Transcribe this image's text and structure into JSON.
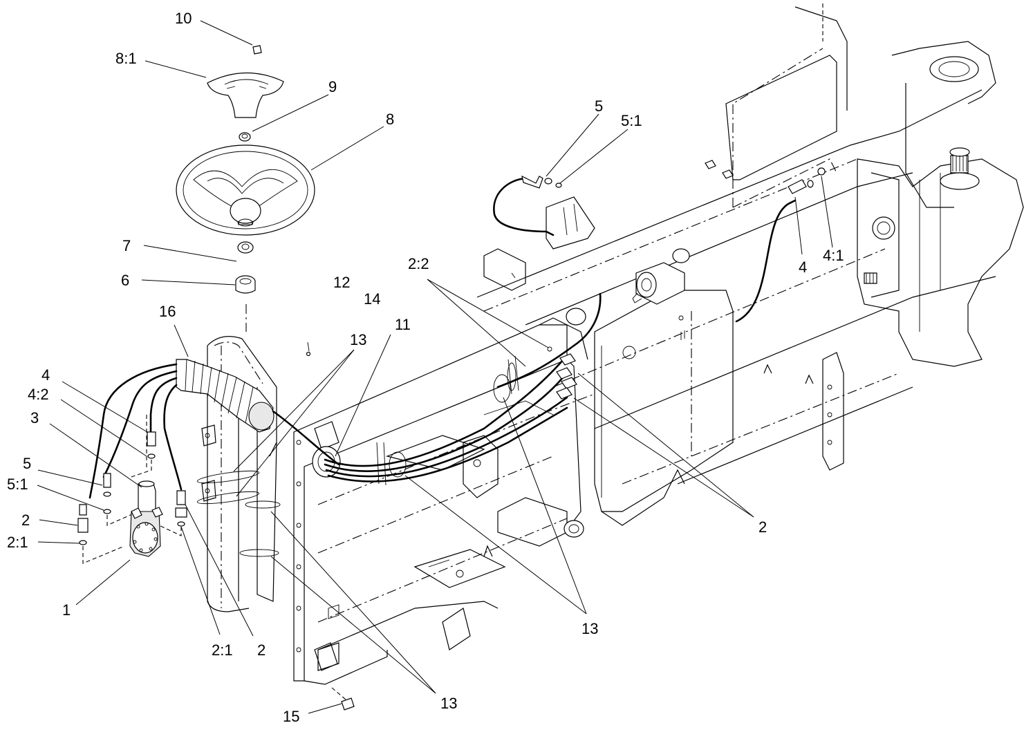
{
  "callouts": [
    {
      "id": "c10",
      "text": "10"
    },
    {
      "id": "c8-1",
      "text": "8:1"
    },
    {
      "id": "c9",
      "text": "9"
    },
    {
      "id": "c8",
      "text": "8"
    },
    {
      "id": "c7",
      "text": "7"
    },
    {
      "id": "c6",
      "text": "6"
    },
    {
      "id": "c16",
      "text": "16"
    },
    {
      "id": "c4-left",
      "text": "4"
    },
    {
      "id": "c4-2",
      "text": "4:2"
    },
    {
      "id": "c3",
      "text": "3"
    },
    {
      "id": "c5-left",
      "text": "5"
    },
    {
      "id": "c5-1-left",
      "text": "5:1"
    },
    {
      "id": "c2-left",
      "text": "2"
    },
    {
      "id": "c2-1-left",
      "text": "2:1"
    },
    {
      "id": "c1",
      "text": "1"
    },
    {
      "id": "c2-1-bottom",
      "text": "2:1"
    },
    {
      "id": "c2-bottom",
      "text": "2"
    },
    {
      "id": "c12",
      "text": "12"
    },
    {
      "id": "c14",
      "text": "14"
    },
    {
      "id": "c13-top",
      "text": "13"
    },
    {
      "id": "c11",
      "text": "11"
    },
    {
      "id": "c2-2",
      "text": "2:2"
    },
    {
      "id": "c5-top",
      "text": "5"
    },
    {
      "id": "c5-1-top",
      "text": "5:1"
    },
    {
      "id": "c4-right",
      "text": "4"
    },
    {
      "id": "c4-1",
      "text": "4:1"
    },
    {
      "id": "c2-right",
      "text": "2"
    },
    {
      "id": "c13-mid",
      "text": "13"
    },
    {
      "id": "c13-bottom",
      "text": "13"
    },
    {
      "id": "c15",
      "text": "15"
    }
  ]
}
